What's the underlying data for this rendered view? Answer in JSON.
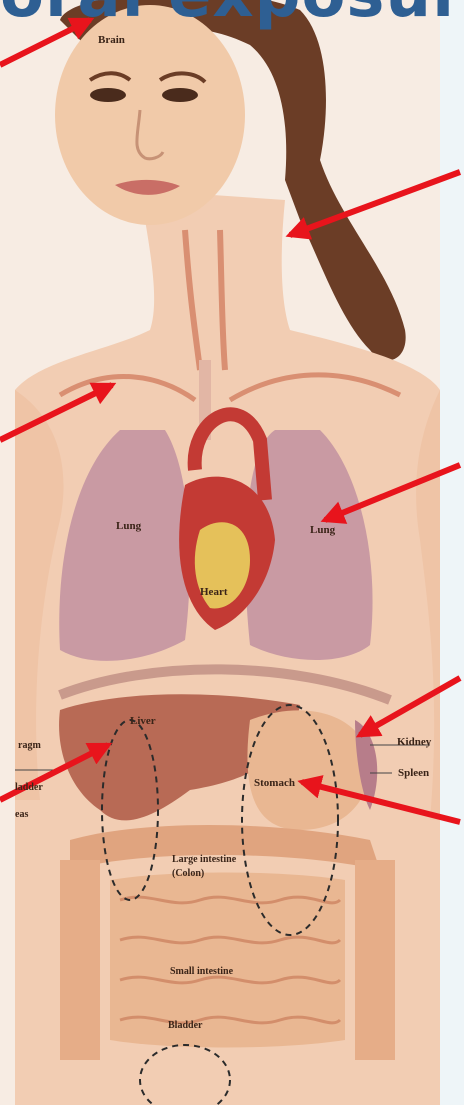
{
  "title_fragment": "oral exposure",
  "labels": {
    "brain": "Brain",
    "lung_left": "Lung",
    "lung_right": "Lung",
    "heart": "Heart",
    "liver": "Liver",
    "kidney": "Kidney",
    "spleen": "Spleen",
    "stomach": "Stomach",
    "large_intestine_1": "Large intestine",
    "large_intestine_2": "(Colon)",
    "small_intestine": "Small intestine",
    "bladder": "Bladder",
    "diaphragm_partial": "ragm",
    "gallbladder_partial": "ladder",
    "pancreas_partial": "eas"
  },
  "colors": {
    "title": "#2e5f93",
    "arrow": "#e8141c",
    "skin": "#f2cdb3",
    "lung": "#c99aa3",
    "liver": "#b86a55",
    "heart": "#c33a34",
    "intestine": "#e9b792",
    "hair": "#6b3d26"
  }
}
